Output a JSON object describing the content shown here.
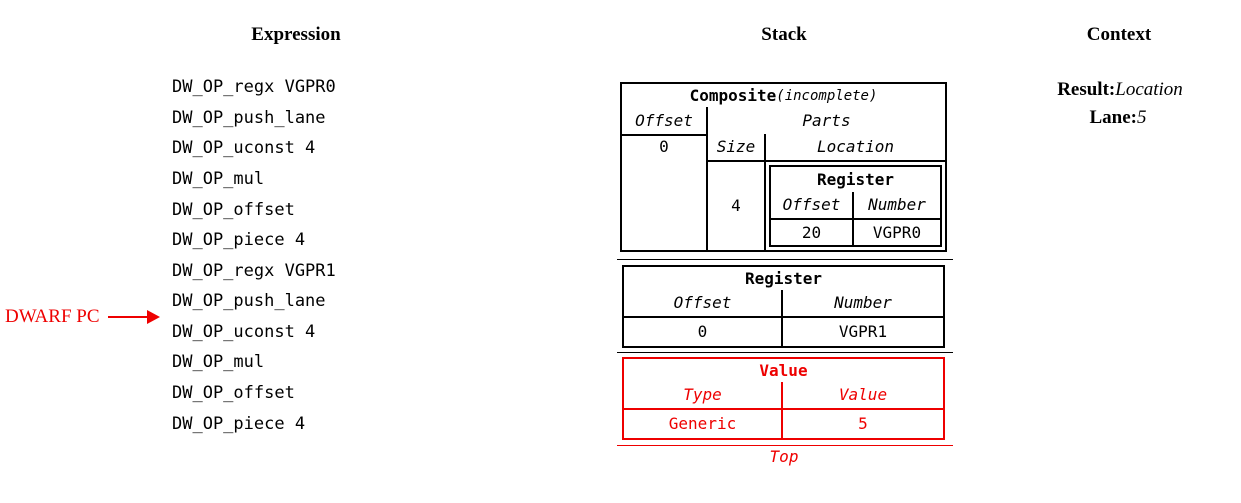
{
  "titles": {
    "expression": "Expression",
    "stack": "Stack",
    "context": "Context"
  },
  "expression": {
    "lines": [
      "DW_OP_regx VGPR0",
      "DW_OP_push_lane",
      "DW_OP_uconst 4",
      "DW_OP_mul",
      "DW_OP_offset",
      "DW_OP_piece 4",
      "DW_OP_regx VGPR1",
      "DW_OP_push_lane",
      "DW_OP_uconst 4",
      "DW_OP_mul",
      "DW_OP_offset",
      "DW_OP_piece 4"
    ],
    "pc": {
      "label": "DWARF PC"
    }
  },
  "stack": {
    "composite": {
      "title": "Composite",
      "qualifier": "(incomplete)",
      "headers": {
        "offset": "Offset",
        "parts": "Parts",
        "size": "Size",
        "location": "Location"
      },
      "offset_value": "0",
      "part": {
        "size_value": "4",
        "location": {
          "title": "Register",
          "headers": {
            "offset": "Offset",
            "number": "Number"
          },
          "offset_value": "20",
          "number_value": "VGPR0"
        }
      }
    },
    "register": {
      "title": "Register",
      "headers": {
        "offset": "Offset",
        "number": "Number"
      },
      "offset_value": "0",
      "number_value": "VGPR1"
    },
    "value": {
      "title": "Value",
      "headers": {
        "type": "Type",
        "value": "Value"
      },
      "type_value": "Generic",
      "value_value": "5"
    },
    "top_label": "Top"
  },
  "context": {
    "result_label": "Result:",
    "result_value": "Location",
    "lane_label": "Lane:",
    "lane_value": "5"
  },
  "colors": {
    "red": "#ee0000",
    "ink": "#000000"
  }
}
